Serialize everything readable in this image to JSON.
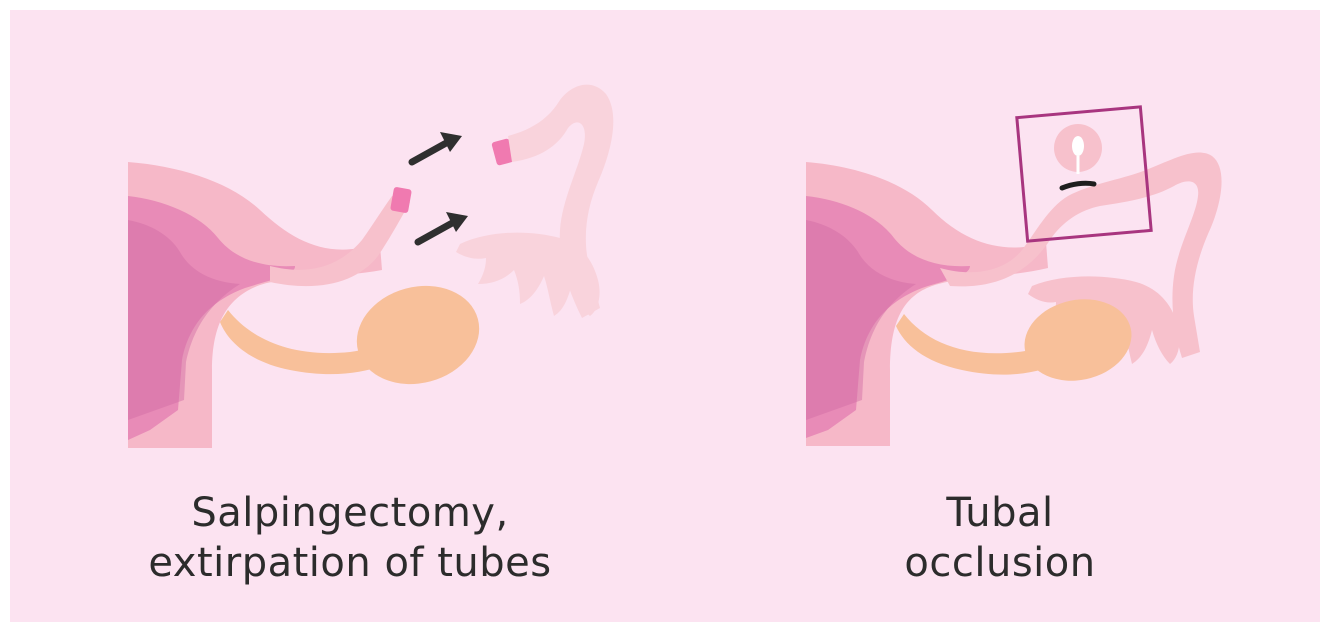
{
  "panels": [
    {
      "id": "salpingectomy",
      "caption_lines": [
        "Salpingectomy,",
        "extirpation of tubes"
      ]
    },
    {
      "id": "tubal-occlusion",
      "caption_lines": [
        "Tubal",
        "occlusion"
      ]
    }
  ],
  "colors": {
    "background": "#fce3f1",
    "uterus_wall": "#f6b8c8",
    "endometrium": "#e583b4",
    "tube": "#f7c1cc",
    "tube_removed": "#f9d3dc",
    "ovary": "#f8c09a",
    "cut_end": "#f07ab0",
    "arrow": "#2f2f2f",
    "highlight_box": "#a8357f",
    "clip": "#1e1e1e"
  }
}
